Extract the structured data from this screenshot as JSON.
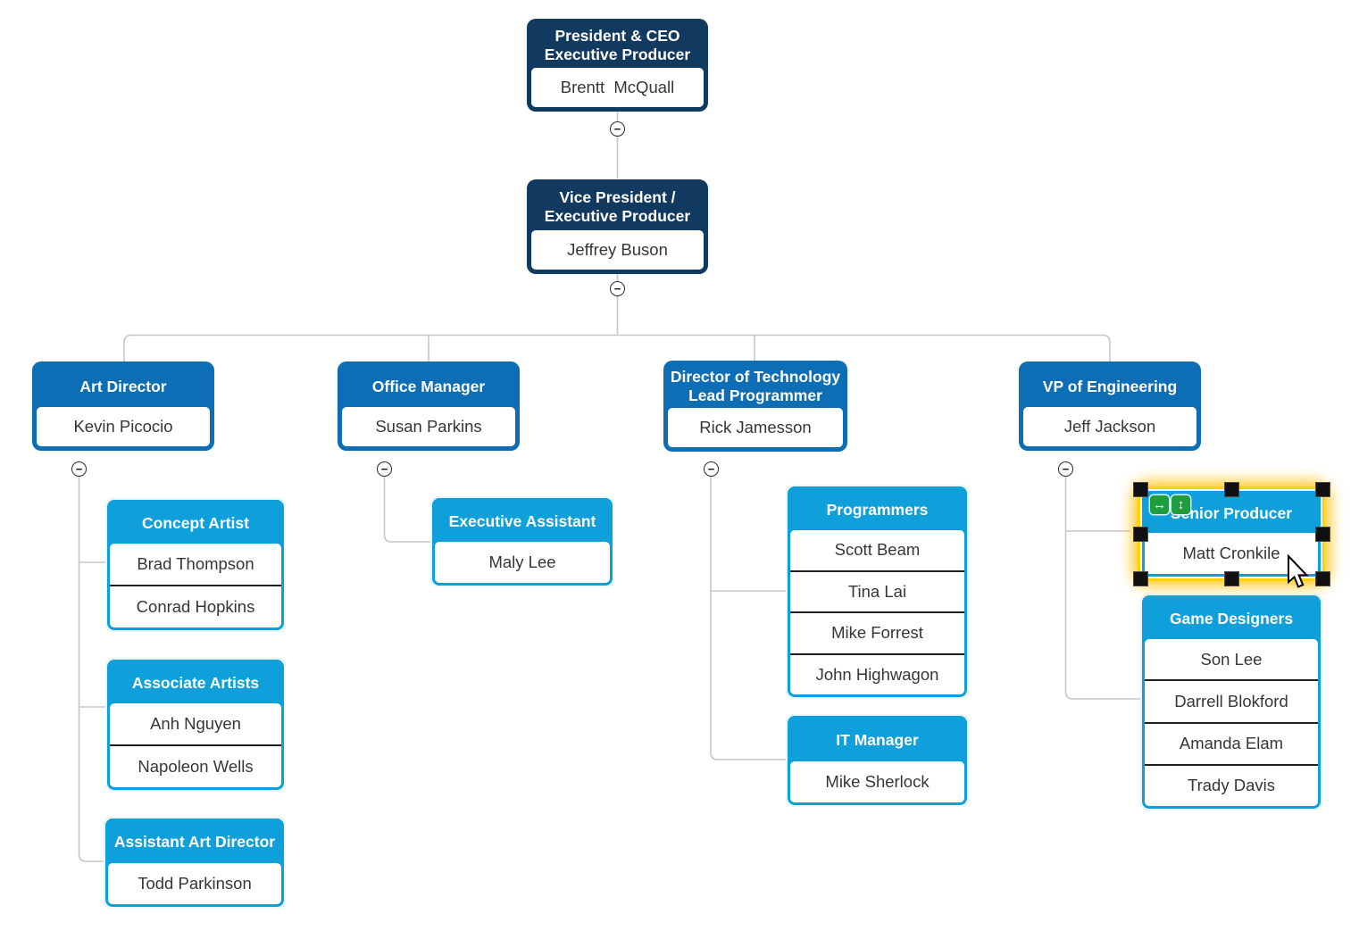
{
  "palette": {
    "level1_navy": "#123a60",
    "level2_blue": "#0d6db5",
    "level3_light_blue": "#0fa0dc",
    "connector_gray": "#c6c6c6",
    "row_divider": "#1e1e1e",
    "selection_glow_yellow": "#ffd400",
    "selection_handle_black": "#101010",
    "resize_button_green": "#1f9c3d"
  },
  "ui": {
    "collapse_glyph": "−",
    "resize_h_glyph": "↔",
    "resize_v_glyph": "↕"
  },
  "nodes": {
    "president": {
      "title_line1": "President & CEO",
      "title_line2": "Executive Producer",
      "name": "Brentt  McQuall"
    },
    "vp": {
      "title_line1": "Vice President /",
      "title_line2": "Executive Producer",
      "name": "Jeffrey Buson"
    },
    "art_director": {
      "title": "Art Director",
      "name": "Kevin Picocio"
    },
    "office_manager": {
      "title": "Office Manager",
      "name": "Susan Parkins"
    },
    "director_tech": {
      "title_line1": "Director of Technology",
      "title_line2": "Lead Programmer",
      "name": "Rick Jamesson"
    },
    "vp_engineering": {
      "title": "VP of Engineering",
      "name": "Jeff Jackson"
    },
    "concept_artist": {
      "title": "Concept Artist",
      "members": [
        "Brad Thompson",
        "Conrad Hopkins"
      ]
    },
    "associate_artists": {
      "title": "Associate Artists",
      "members": [
        "Anh Nguyen",
        "Napoleon Wells"
      ]
    },
    "assistant_art_director": {
      "title": "Assistant Art Director",
      "members": [
        "Todd Parkinson"
      ]
    },
    "executive_assistant": {
      "title": "Executive Assistant",
      "members": [
        "Maly Lee"
      ]
    },
    "programmers": {
      "title": "Programmers",
      "members": [
        "Scott Beam",
        "Tina Lai",
        "Mike Forrest",
        "John Highwagon"
      ]
    },
    "it_manager": {
      "title": "IT Manager",
      "members": [
        "Mike Sherlock"
      ]
    },
    "senior_producer": {
      "title": "Senior Producer",
      "members": [
        "Matt Cronkile"
      ]
    },
    "game_designers": {
      "title": "Game Designers",
      "members": [
        "Son Lee",
        "Darrell Blokford",
        "Amanda Elam",
        "Trady Davis"
      ]
    }
  },
  "hierarchy": {
    "president": [
      "vp"
    ],
    "vp": [
      "art_director",
      "office_manager",
      "director_tech",
      "vp_engineering"
    ],
    "art_director": [
      "concept_artist",
      "associate_artists",
      "assistant_art_director"
    ],
    "office_manager": [
      "executive_assistant"
    ],
    "director_tech": [
      "programmers",
      "it_manager"
    ],
    "vp_engineering": [
      "senior_producer",
      "game_designers"
    ]
  },
  "selection": {
    "selected_node": "senior_producer",
    "handle_count": 8,
    "tools": [
      "horizontal-resize",
      "vertical-resize"
    ]
  }
}
